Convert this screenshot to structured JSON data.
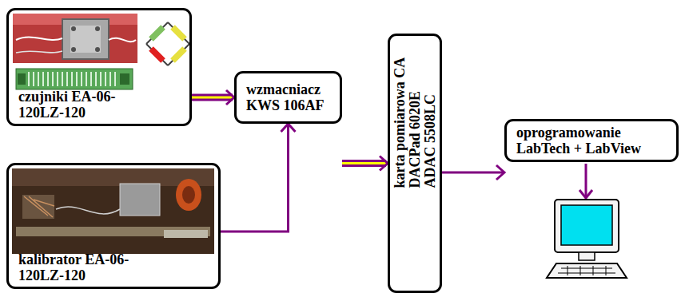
{
  "diagram": {
    "nodes": [
      {
        "text": [
          "czujniki EA-06-120LZ-120"
        ]
      },
      {
        "text": [
          "kalibrator EA-06-120LZ-120"
        ]
      },
      {
        "text": [
          "wzmacniacz KWS 106AF"
        ]
      },
      {
        "text": [
          "karta pomiarowa CA DACPad 6020E ADAC 5508LC"
        ]
      },
      {
        "text": [
          "oprogramowanie LabTech + LabView"
        ]
      }
    ],
    "edges": [
      {
        "from": 0,
        "to": 2,
        "arrow": "to"
      },
      {
        "from": 1,
        "to": 2,
        "arrow": "to"
      },
      {
        "from": 2,
        "to": 3,
        "arrow": "to"
      },
      {
        "from": 3,
        "to": 4,
        "arrow": "to"
      }
    ]
  }
}
